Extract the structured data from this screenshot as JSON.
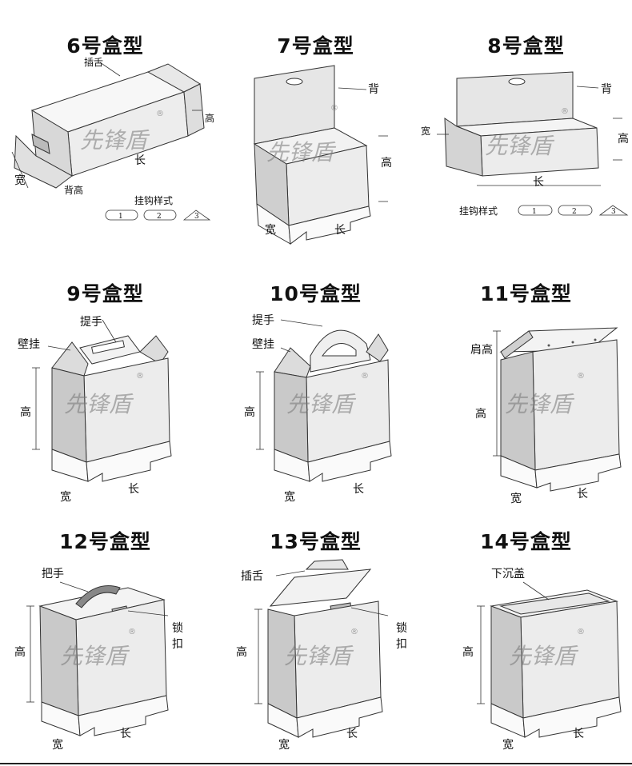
{
  "watermark": {
    "brand": "先锋盾",
    "mark": "®"
  },
  "boxes": [
    {
      "title": "6号盒型",
      "labels": {
        "tongue": "插舌",
        "width": "宽",
        "back_height": "背高",
        "length": "长",
        "height": "高"
      },
      "hook_styles": {
        "label": "挂钩样式",
        "options": [
          "1",
          "2",
          "3"
        ]
      }
    },
    {
      "title": "7号盒型",
      "labels": {
        "back": "背",
        "height": "高",
        "width": "宽",
        "length": "长"
      }
    },
    {
      "title": "8号盒型",
      "labels": {
        "back": "背",
        "width": "宽",
        "height": "高",
        "length": "长"
      },
      "hook_styles": {
        "label": "挂钩样式",
        "options": [
          "1",
          "2",
          "3"
        ]
      }
    },
    {
      "title": "9号盒型",
      "labels": {
        "handle": "提手",
        "wall_hang": "壁挂",
        "height": "高",
        "width": "宽",
        "length": "长"
      }
    },
    {
      "title": "10号盒型",
      "labels": {
        "handle": "提手",
        "wall_hang": "壁挂",
        "height": "高",
        "width": "宽",
        "length": "长"
      }
    },
    {
      "title": "11号盒型",
      "labels": {
        "shoulder_height": "肩高",
        "height": "高",
        "width": "宽",
        "length": "长"
      }
    },
    {
      "title": "12号盒型",
      "labels": {
        "grip": "把手",
        "lock1": "锁",
        "lock2": "扣",
        "height": "高",
        "width": "宽",
        "length": "长"
      }
    },
    {
      "title": "13号盒型",
      "labels": {
        "tongue": "插舌",
        "lock1": "锁",
        "lock2": "扣",
        "height": "高",
        "width": "宽",
        "length": "长"
      }
    },
    {
      "title": "14号盒型",
      "labels": {
        "sunk_lid": "下沉盖",
        "height": "高",
        "width": "宽",
        "length": "长"
      }
    }
  ]
}
